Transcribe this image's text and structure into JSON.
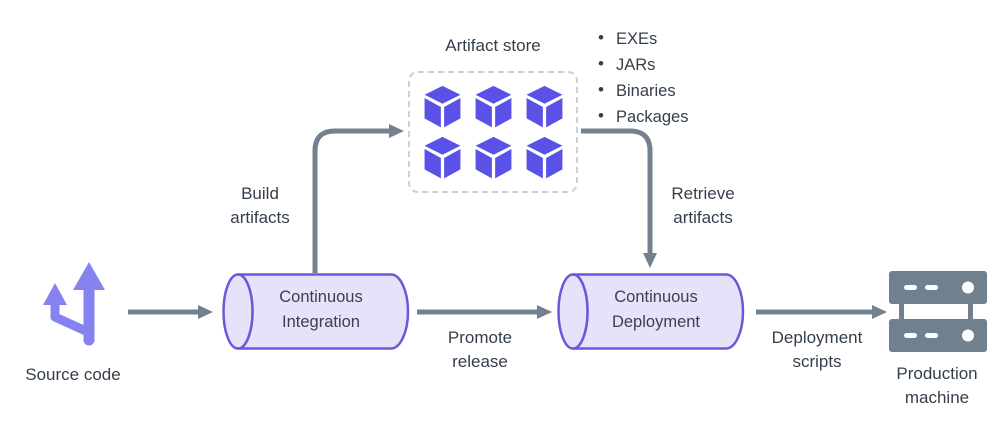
{
  "nodes": {
    "source_code": {
      "label": "Source code"
    },
    "continuous_integration": {
      "line1": "Continuous",
      "line2": "Integration"
    },
    "artifact_store": {
      "title": "Artifact store"
    },
    "continuous_deployment": {
      "line1": "Continuous",
      "line2": "Deployment"
    },
    "production_machine": {
      "line1": "Production",
      "line2": "machine"
    }
  },
  "edge_labels": {
    "build_artifacts": {
      "line1": "Build",
      "line2": "artifacts"
    },
    "promote_release": {
      "line1": "Promote",
      "line2": "release"
    },
    "retrieve_artifacts": {
      "line1": "Retrieve",
      "line2": "artifacts"
    },
    "deployment_scripts": {
      "line1": "Deployment",
      "line2": "scripts"
    }
  },
  "artifact_types": [
    "EXEs",
    "JARs",
    "Binaries",
    "Packages"
  ],
  "icons": {
    "source_code": "git-branch-icon",
    "artifact_store": "cube-icon",
    "production_machine": "server-stack-icon"
  },
  "colors": {
    "cube_purple": "#5a52e7",
    "icon_purple": "#8683f0",
    "cylinder_fill": "#e7e2fa",
    "cylinder_stroke": "#6c57db",
    "arrow_gray": "#73808d",
    "server_gray": "#71808f",
    "text_dark": "#343f4b",
    "dashed_border": "#cbd1d8"
  }
}
